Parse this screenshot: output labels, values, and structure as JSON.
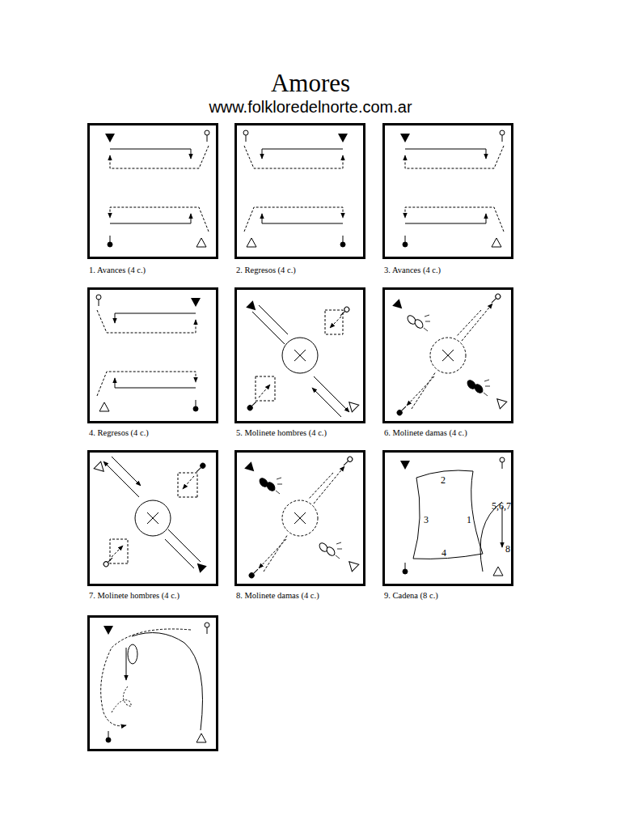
{
  "diagram": {
    "title": "Amores",
    "labels": [
      "www.folkloredelnorte.com.ar",
      "1. Avances (4 c.)",
      "2. Regresos (4 c.)",
      "3. Avances (4 c.)",
      "4. Regresos (4 c.)",
      "5. Molinete hombres (4 c.)",
      "6. Molinete damas (4 c.)",
      "7. Molinete hombres (4 c.)",
      "8. Molinete damas (4 c.)",
      "9. Cadena (8 c.)",
      "2",
      "3",
      "1",
      "4",
      "5,6,7",
      "8"
    ]
  }
}
